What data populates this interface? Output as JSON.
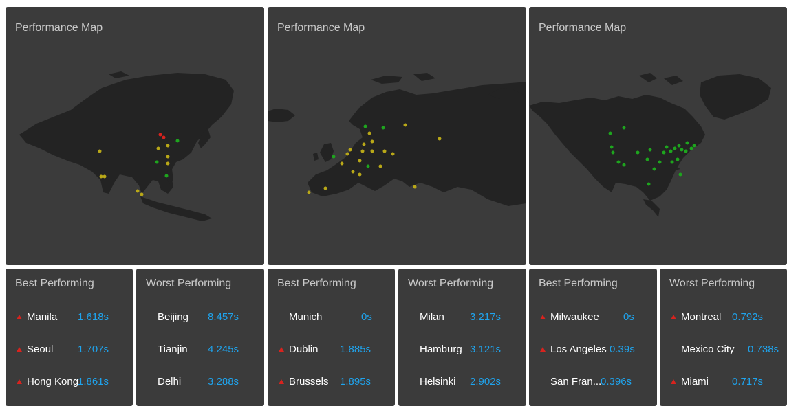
{
  "colors": {
    "panel_bg": "#3b3b3b",
    "land": "#232323",
    "title_text": "#c9c9c9",
    "city_text": "#ffffff",
    "value_text": "#1fa3ec",
    "dot_green": "#1ea51e",
    "dot_yellow": "#b9a818",
    "dot_red": "#d8231e",
    "trend_arrow": "#d8231e"
  },
  "maps": [
    {
      "title": "Performance Map",
      "region": "asia"
    },
    {
      "title": "Performance Map",
      "region": "europe"
    },
    {
      "title": "Performance Map",
      "region": "north-america"
    }
  ],
  "stats": [
    {
      "title": "Best Performing",
      "rows": [
        {
          "city": "Manila",
          "value": "1.618s",
          "trend_icon": "red-triangle-up-icon"
        },
        {
          "city": "Seoul",
          "value": "1.707s",
          "trend_icon": "red-triangle-up-icon"
        },
        {
          "city": "Hong Kong",
          "value": "1.861s",
          "trend_icon": "red-triangle-up-icon"
        }
      ]
    },
    {
      "title": "Worst Performing",
      "rows": [
        {
          "city": "Beijing",
          "value": "8.457s",
          "trend_icon": ""
        },
        {
          "city": "Tianjin",
          "value": "4.245s",
          "trend_icon": ""
        },
        {
          "city": "Delhi",
          "value": "3.288s",
          "trend_icon": ""
        }
      ]
    },
    {
      "title": "Best Performing",
      "rows": [
        {
          "city": "Munich",
          "value": "0s",
          "trend_icon": ""
        },
        {
          "city": "Dublin",
          "value": "1.885s",
          "trend_icon": "red-triangle-up-icon"
        },
        {
          "city": "Brussels",
          "value": "1.895s",
          "trend_icon": "red-triangle-up-icon"
        }
      ]
    },
    {
      "title": "Worst Performing",
      "rows": [
        {
          "city": "Milan",
          "value": "3.217s",
          "trend_icon": ""
        },
        {
          "city": "Hamburg",
          "value": "3.121s",
          "trend_icon": ""
        },
        {
          "city": "Helsinki",
          "value": "2.902s",
          "trend_icon": ""
        }
      ]
    },
    {
      "title": "Best Performing",
      "rows": [
        {
          "city": "Milwaukee",
          "value": "0s",
          "trend_icon": "red-triangle-up-icon"
        },
        {
          "city": "Los Angeles",
          "value": "0.39s",
          "trend_icon": "red-triangle-up-icon"
        },
        {
          "city": "San Fran...",
          "value": "0.396s",
          "trend_icon": ""
        }
      ]
    },
    {
      "title": "Worst Performing",
      "rows": [
        {
          "city": "Montreal",
          "value": "0.792s",
          "trend_icon": "red-triangle-up-icon"
        },
        {
          "city": "Mexico City",
          "value": "0.738s",
          "trend_icon": ""
        },
        {
          "city": "Miami",
          "value": "0.717s",
          "trend_icon": "red-triangle-up-icon"
        }
      ]
    }
  ]
}
